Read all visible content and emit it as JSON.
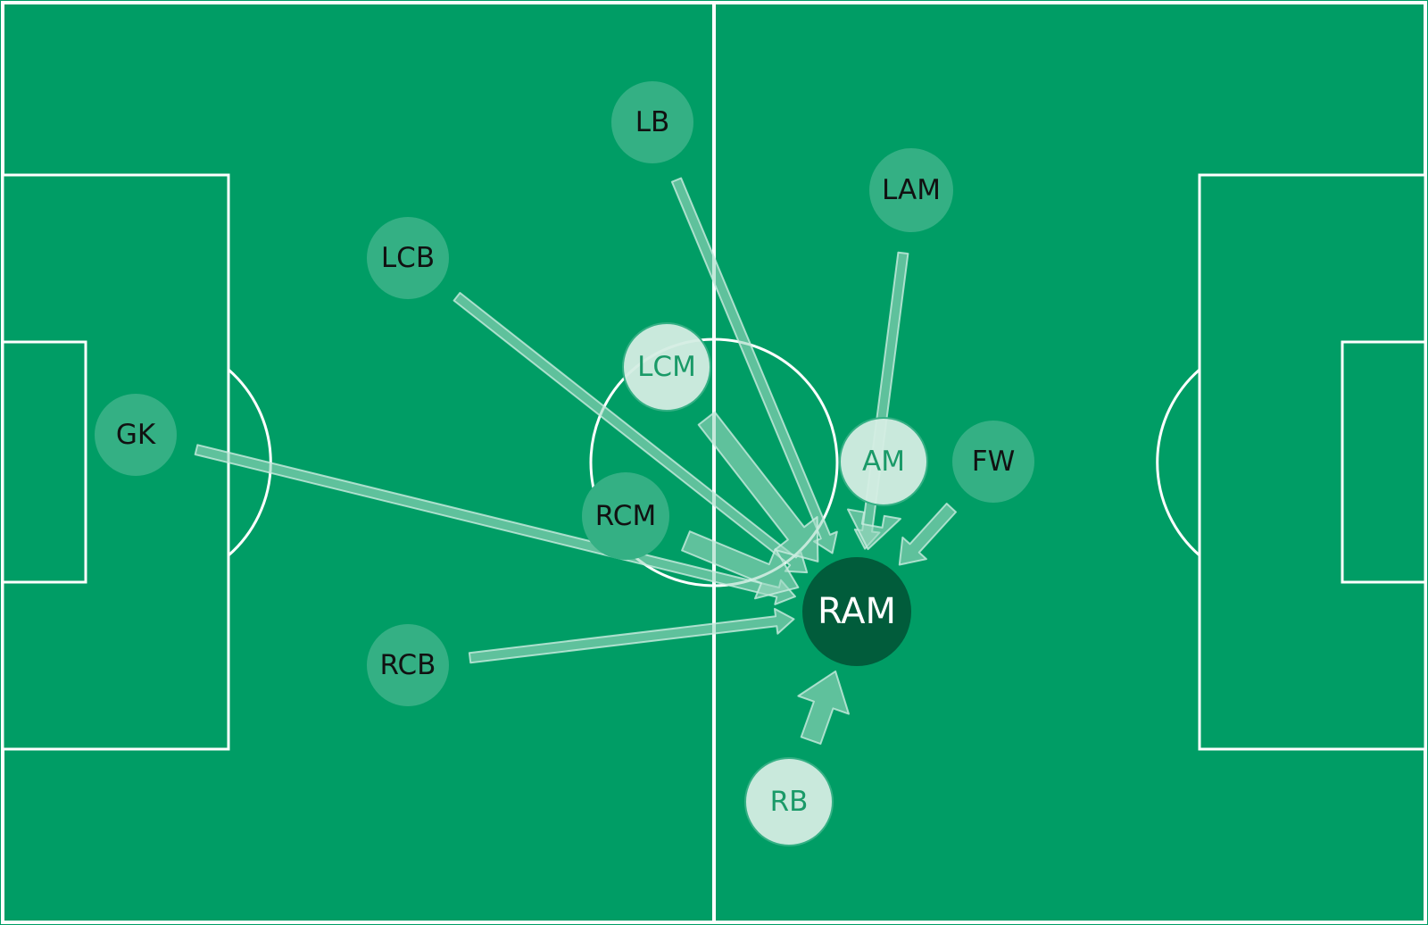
{
  "colors": {
    "pitch": "#009d65",
    "lines": "#ffffff",
    "node_dim": "#34b084",
    "node_light": "#d4ede3",
    "node_focus": "#015c3b",
    "label_dark": "#111111",
    "label_green": "#1a9a68",
    "label_white": "#ffffff",
    "arrow_fill": "#9ed8c1",
    "arrow_stroke": "#c9ece0"
  },
  "focus_player": "RAM",
  "players": [
    {
      "id": "LB",
      "label": "LB",
      "style": "dim"
    },
    {
      "id": "LAM",
      "label": "LAM",
      "style": "dim"
    },
    {
      "id": "LCB",
      "label": "LCB",
      "style": "dim"
    },
    {
      "id": "LCM",
      "label": "LCM",
      "style": "light"
    },
    {
      "id": "GK",
      "label": "GK",
      "style": "dim"
    },
    {
      "id": "AM",
      "label": "AM",
      "style": "light"
    },
    {
      "id": "FW",
      "label": "FW",
      "style": "dim"
    },
    {
      "id": "RCM",
      "label": "RCM",
      "style": "dim"
    },
    {
      "id": "RAM",
      "label": "RAM",
      "style": "focus"
    },
    {
      "id": "RCB",
      "label": "RCB",
      "style": "dim"
    },
    {
      "id": "RB",
      "label": "RB",
      "style": "light"
    }
  ],
  "passes": [
    {
      "from": "GK",
      "to": "RAM",
      "weight": 1
    },
    {
      "from": "LCB",
      "to": "RAM",
      "weight": 1
    },
    {
      "from": "LB",
      "to": "RAM",
      "weight": 1
    },
    {
      "from": "LAM",
      "to": "RAM",
      "weight": 1
    },
    {
      "from": "LCM",
      "to": "RAM",
      "weight": 3
    },
    {
      "from": "RCM",
      "to": "RAM",
      "weight": 3
    },
    {
      "from": "AM",
      "to": "RAM",
      "weight": 3
    },
    {
      "from": "FW",
      "to": "RAM",
      "weight": 1.5
    },
    {
      "from": "RCB",
      "to": "RAM",
      "weight": 1
    },
    {
      "from": "RB",
      "to": "RAM",
      "weight": 3
    }
  ]
}
